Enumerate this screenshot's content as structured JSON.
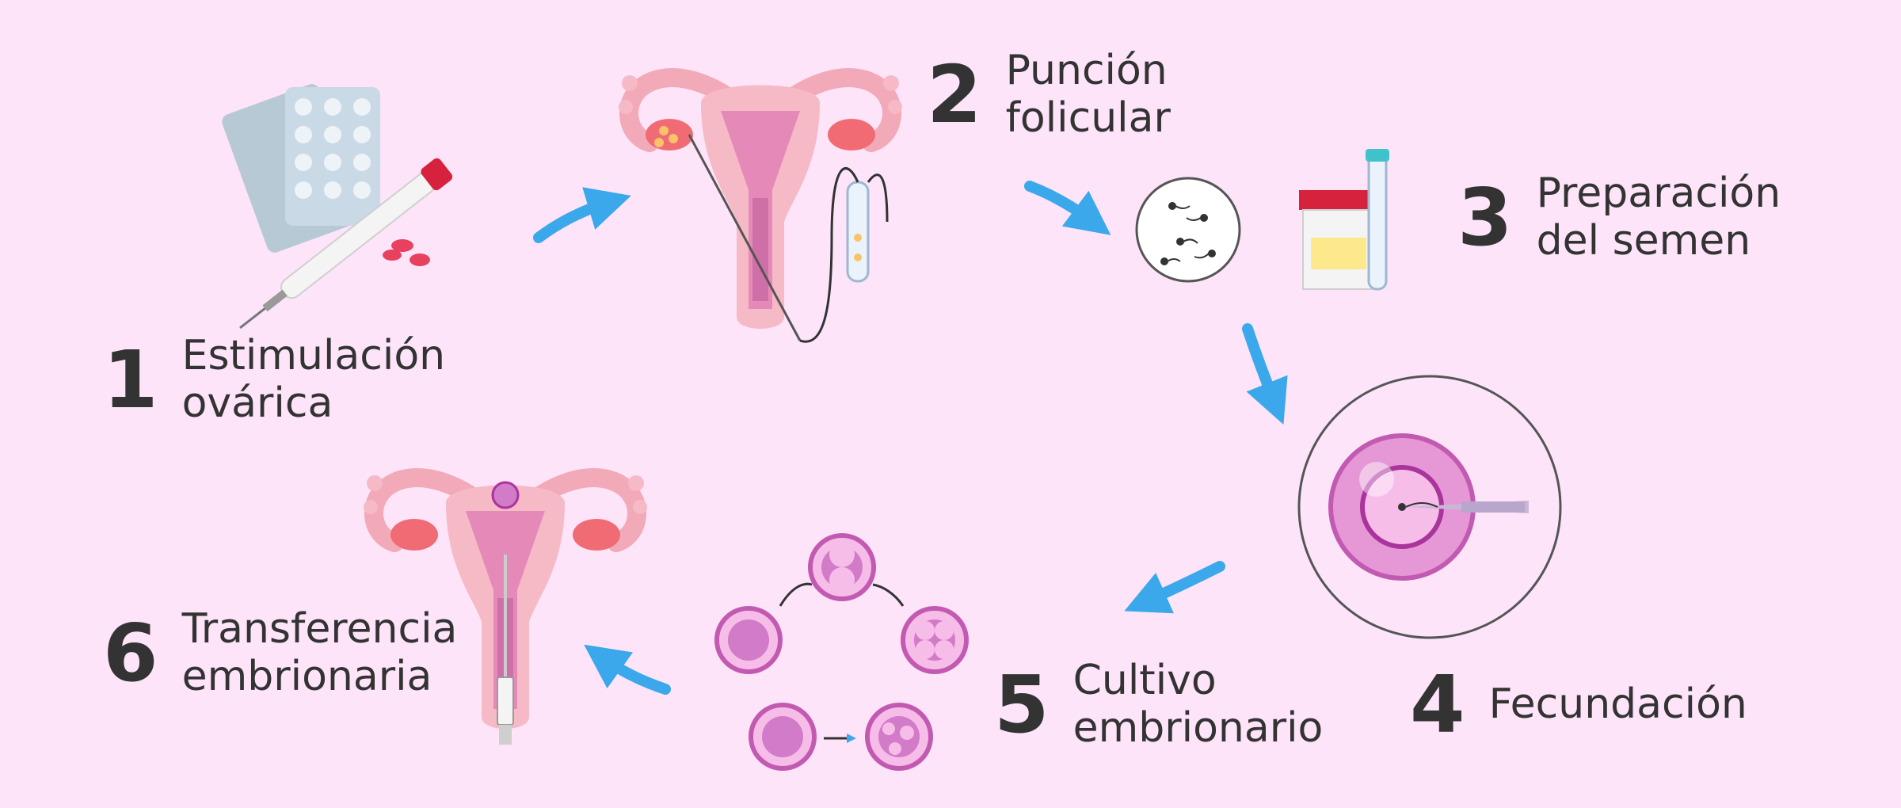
{
  "steps": [
    {
      "number": "1",
      "lines": [
        "Estimulación",
        "ovárica"
      ]
    },
    {
      "number": "2",
      "lines": [
        "Punción",
        "folicular"
      ]
    },
    {
      "number": "3",
      "lines": [
        "Preparación",
        "del semen"
      ]
    },
    {
      "number": "4",
      "lines": [
        "Fecundación"
      ]
    },
    {
      "number": "5",
      "lines": [
        "Cultivo",
        "embrionario"
      ]
    },
    {
      "number": "6",
      "lines": [
        "Transferencia",
        "embrionaria"
      ]
    }
  ],
  "colors": {
    "background": "#fde4f9",
    "arrow": "#3aa8ea",
    "text": "#333333",
    "uterus": "#f6b9c6",
    "ovary": "#f06b73",
    "cell": "#d27bc8"
  }
}
